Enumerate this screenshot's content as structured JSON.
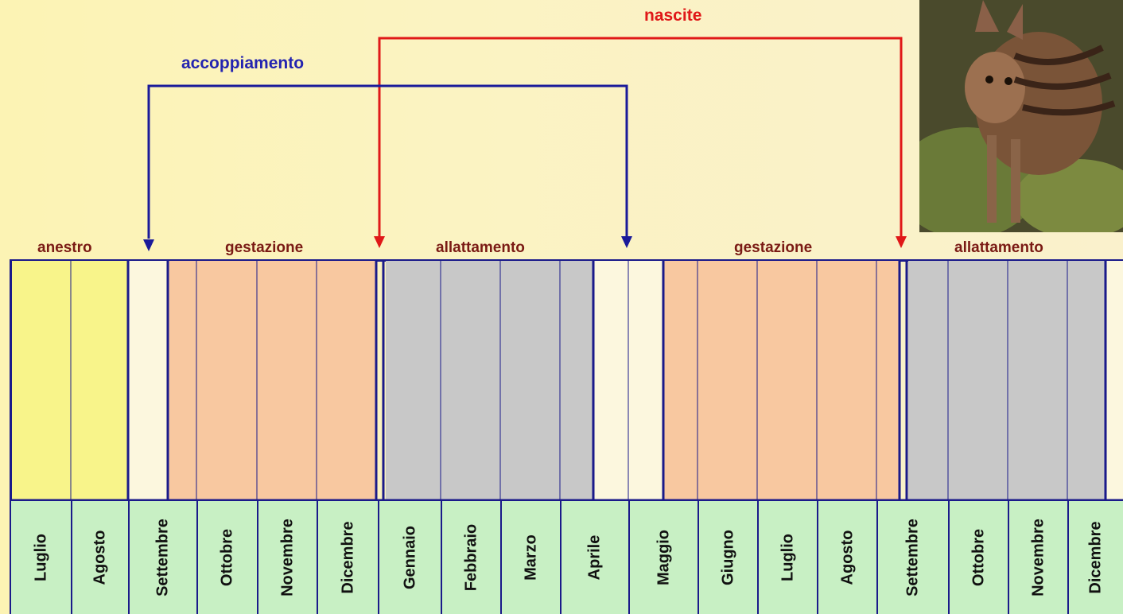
{
  "labels": {
    "births": "nascite",
    "mating": "accoppiamento"
  },
  "phases": [
    {
      "label": "anestro"
    },
    {
      "label": "gestazione"
    },
    {
      "label": "allattamento"
    },
    {
      "label": "gestazione"
    },
    {
      "label": "allattamento"
    }
  ],
  "months": [
    "Luglio",
    "Agosto",
    "Settembre",
    "Ottobre",
    "Novembre",
    "Dicembre",
    "Gennaio",
    "Febbraio",
    "Marzo",
    "Aprile",
    "Maggio",
    "Giugno",
    "Luglio",
    "Agosto",
    "Settembre",
    "Ottobre",
    "Novembre",
    "Dicembre"
  ],
  "colors": {
    "anestro": "#f8f48a",
    "gestazione": "#f8c8a0",
    "allattamento": "#c8c8c8",
    "free": "#fcf7de",
    "month_bg": "#c8f0c4",
    "border": "#1a1a8a",
    "mating_line": "#1a1a9a",
    "births_line": "#e01818"
  }
}
